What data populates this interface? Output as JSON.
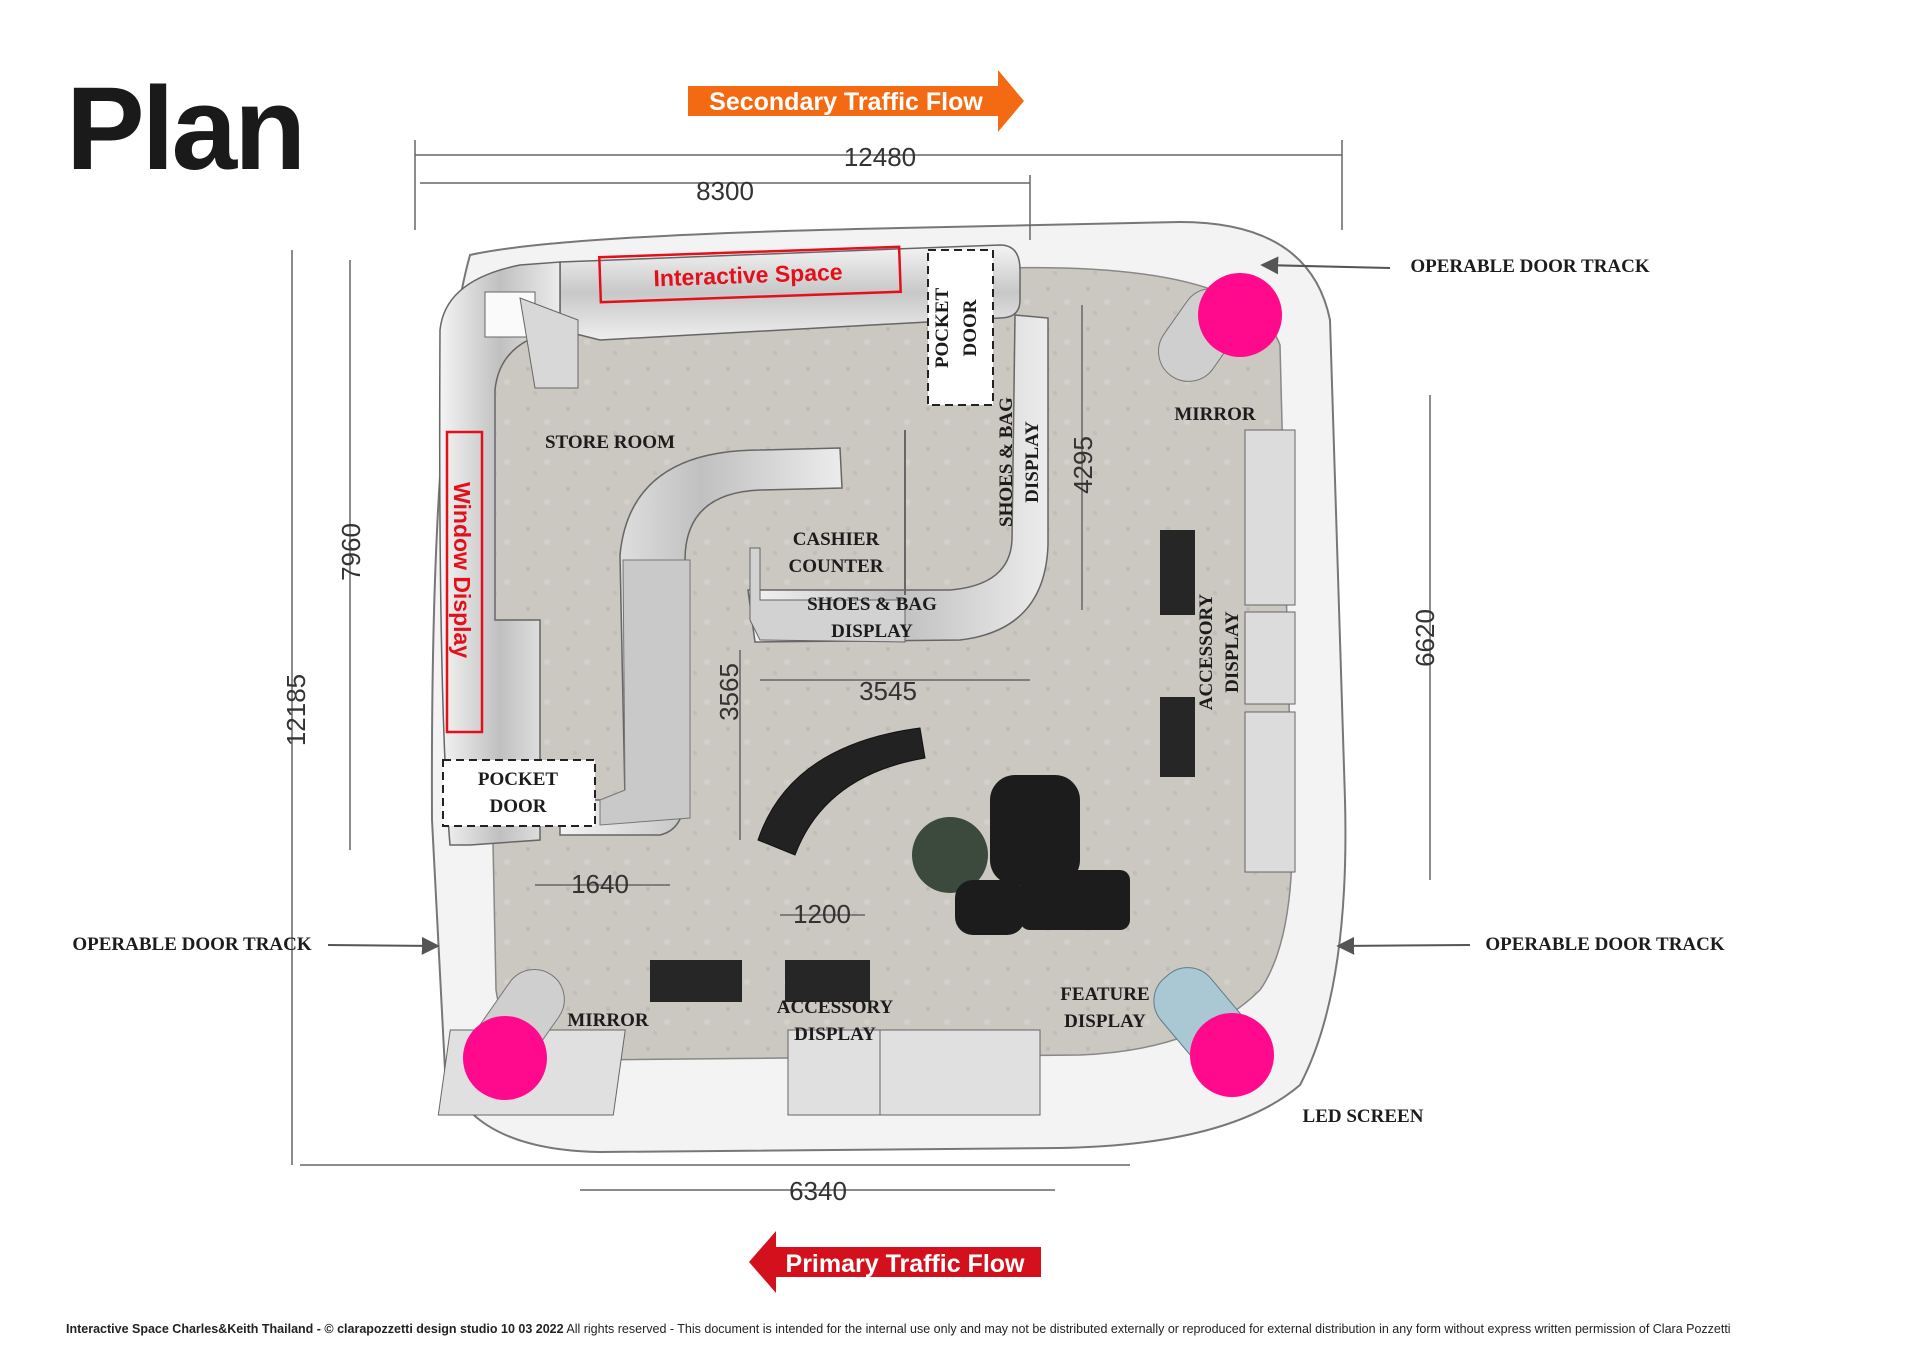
{
  "page": {
    "title": "Plan",
    "footer": {
      "bold_part": "Interactive Space Charles&Keith Thailand - © clarapozzetti design studio 10 03 2022",
      "regular_part": " All rights reserved - This document is intended for the internal use only and may not be distributed externally or reproduced for external distribution in any form without express written permission of Clara Pozzetti"
    }
  },
  "traffic": {
    "secondary": "Secondary Traffic Flow",
    "primary": "Primary Traffic Flow"
  },
  "dimensions": {
    "top_overall": "12480",
    "top_inner": "8300",
    "left_inner": "7960",
    "left_overall": "12185",
    "right_vertical": "4295",
    "right_outer": "6620",
    "center_vertical": "3565",
    "center_horizontal": "3545",
    "bottom_left": "1640",
    "bottom_center": "1200",
    "bottom_overall": "6340"
  },
  "labels": {
    "interactive_space": "Interactive Space",
    "window_display": "Window Display",
    "pocket_door_line1": "POCKET",
    "pocket_door_line2": "DOOR",
    "store_room": "STORE ROOM",
    "cashier_line1": "CASHIER",
    "cashier_line2": "COUNTER",
    "shoes_bag_line1": "SHOES & BAG",
    "shoes_bag_line2": "DISPLAY",
    "accessory_line1": "ACCESSORY",
    "accessory_line2": "DISPLAY",
    "mirror": "MIRROR",
    "feature_line1": "FEATURE",
    "feature_line2": "DISPLAY",
    "led_screen": "LED SCREEN",
    "operable_door_track": "OPERABLE DOOR TRACK"
  },
  "colors": {
    "secondary_flow": "#f36a12",
    "primary_flow": "#d5101d",
    "marker": "#ff0a8c",
    "floor": "#c9c5bf",
    "wall": "#e3e3e3",
    "highlight": "#e3101c"
  }
}
